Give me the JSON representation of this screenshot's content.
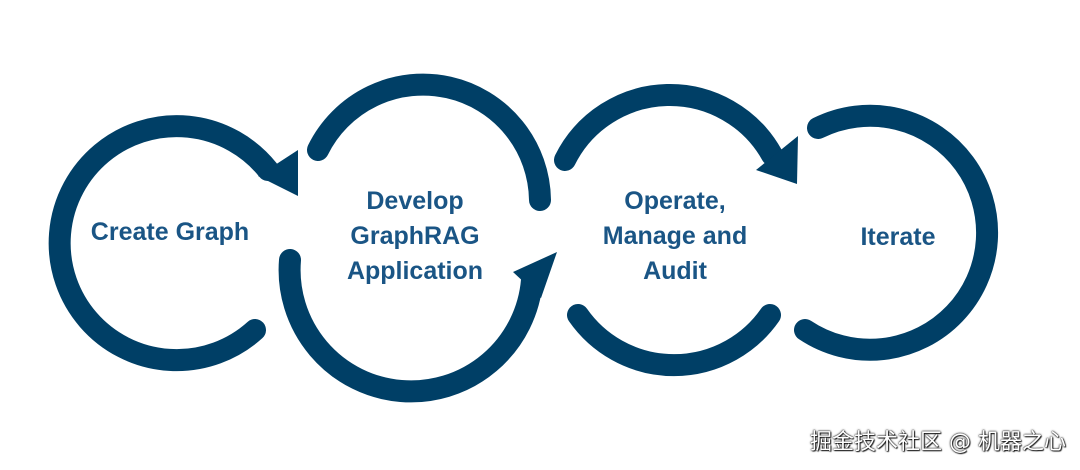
{
  "diagram": {
    "steps": [
      {
        "label": "Create Graph"
      },
      {
        "label": "Develop\nGraphRAG\nApplication"
      },
      {
        "label": "Operate,\nManage and\nAudit"
      },
      {
        "label": "Iterate"
      }
    ]
  },
  "watermark": {
    "text": "掘金技术社区 @ 机器之心"
  },
  "colors": {
    "ring": "#003f66",
    "text": "#1a5585",
    "background": "#ffffff"
  }
}
